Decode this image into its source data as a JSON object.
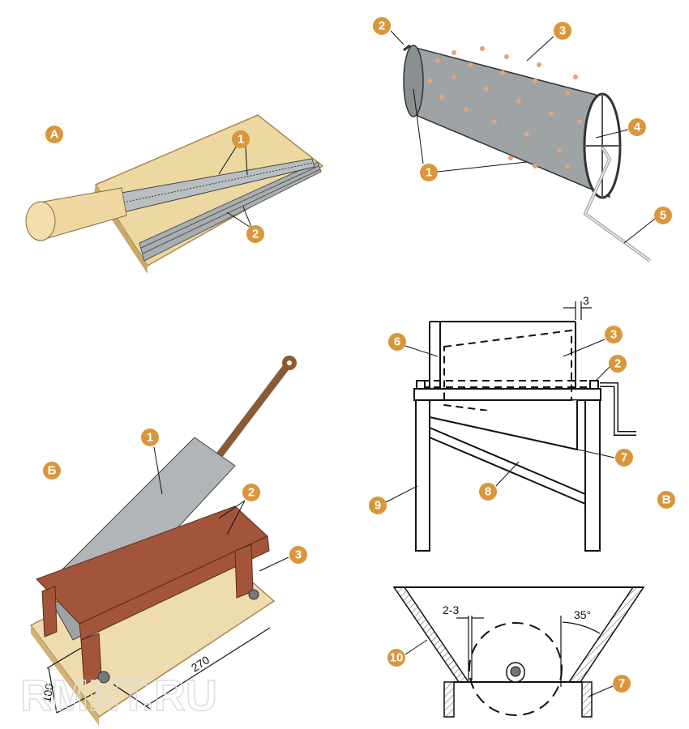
{
  "figures": {
    "saw_board": {
      "letter": "А",
      "callouts": [
        "1",
        "2"
      ]
    },
    "drum": {
      "callouts": [
        "2",
        "3",
        "4",
        "1",
        "5"
      ]
    },
    "saw_stand": {
      "letter": "Б",
      "callouts": [
        "1",
        "2",
        "3"
      ],
      "dimensions": {
        "length": "270",
        "width": "100"
      }
    },
    "drum_frame": {
      "letter": "В",
      "callouts": [
        "6",
        "3",
        "2",
        "7",
        "8",
        "9"
      ],
      "gap_label": "3"
    },
    "hopper_section": {
      "callouts": [
        "10",
        "7"
      ],
      "gap_label": "2-3",
      "angle_label": "35°"
    }
  },
  "watermark": "RMNT.RU",
  "colors": {
    "badge": "#d9963a",
    "wood": "#ecd8a0",
    "metal": "#9ea3a6",
    "rust": "#a2553a"
  }
}
